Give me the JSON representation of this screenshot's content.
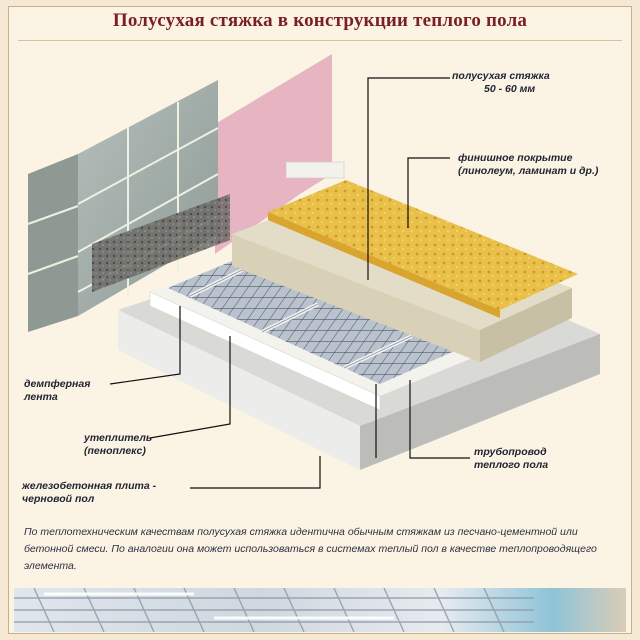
{
  "title": "Полусухая стяжка в конструкции теплого пола",
  "labels": {
    "screed_line1": "полусухая стяжка",
    "screed_line2": "50 - 60 мм",
    "finish_line1": "финишное покрытие",
    "finish_line2": "(линолеум, ламинат и др.)",
    "damper_line1": "демпферная",
    "damper_line2": "лента",
    "insul_line1": "утеплитель",
    "insul_line2": "(пеноплекс)",
    "pipe_line1": "трубопровод",
    "pipe_line2": "теплого пола",
    "slab_line1": "железобетонная плита -",
    "slab_line2": "черновой пол"
  },
  "caption": "По теплотехническим качествам полусухая стяжка идентична обычным стяжкам из песчано-цементной или бетонной смеси. По аналогии она может использоваться в системах теплый пол в качестве теплопроводящего элемента.",
  "colors": {
    "title": "#7a1f22",
    "finish_layer": "#e9c04a",
    "screed_layer": "#e3dcc6",
    "insulation": "#f1f0ea",
    "mesh": "#6c7686",
    "wall_block": "#a7b2ad",
    "plaster": "#e7b4c2"
  }
}
